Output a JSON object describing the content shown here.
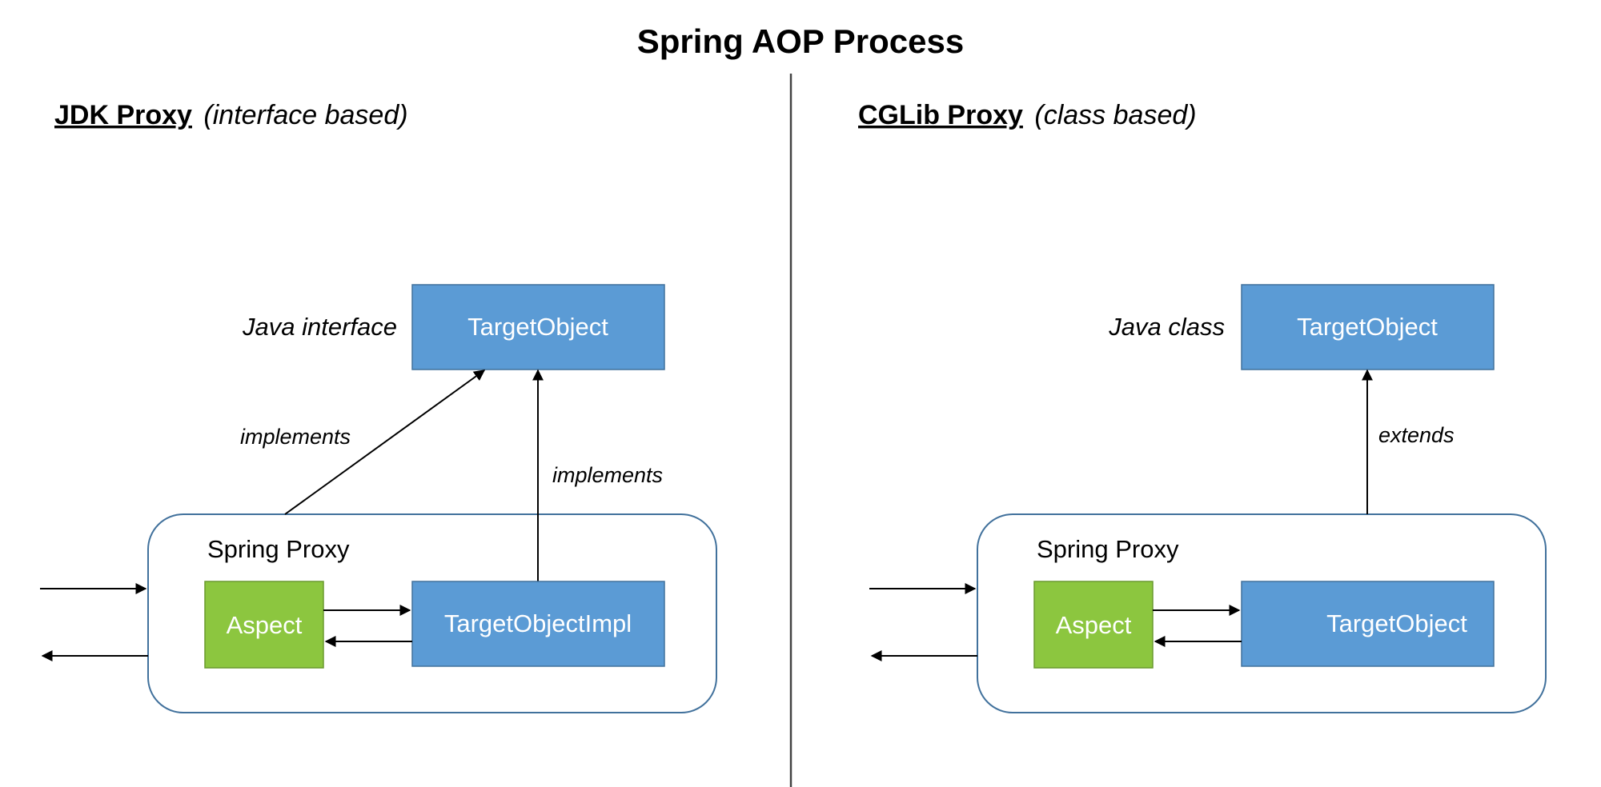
{
  "title": "Spring AOP Process",
  "colors": {
    "target_box": "#5b9bd5",
    "aspect_box": "#8cc63f",
    "container_border": "#41719c"
  },
  "jdk": {
    "heading_bold": "JDK Proxy",
    "heading_italic": "(interface based)",
    "type_label": "Java interface",
    "target_label": "TargetObject",
    "implements_left": "implements",
    "implements_right": "implements",
    "container_label": "Spring Proxy",
    "aspect_label": "Aspect",
    "impl_label": "TargetObjectImpl"
  },
  "cglib": {
    "heading_bold": "CGLib Proxy",
    "heading_italic": "(class based)",
    "type_label": "Java class",
    "target_label": "TargetObject",
    "extends_label": "extends",
    "container_label": "Spring Proxy",
    "aspect_label": "Aspect",
    "impl_label": "TargetObject"
  }
}
